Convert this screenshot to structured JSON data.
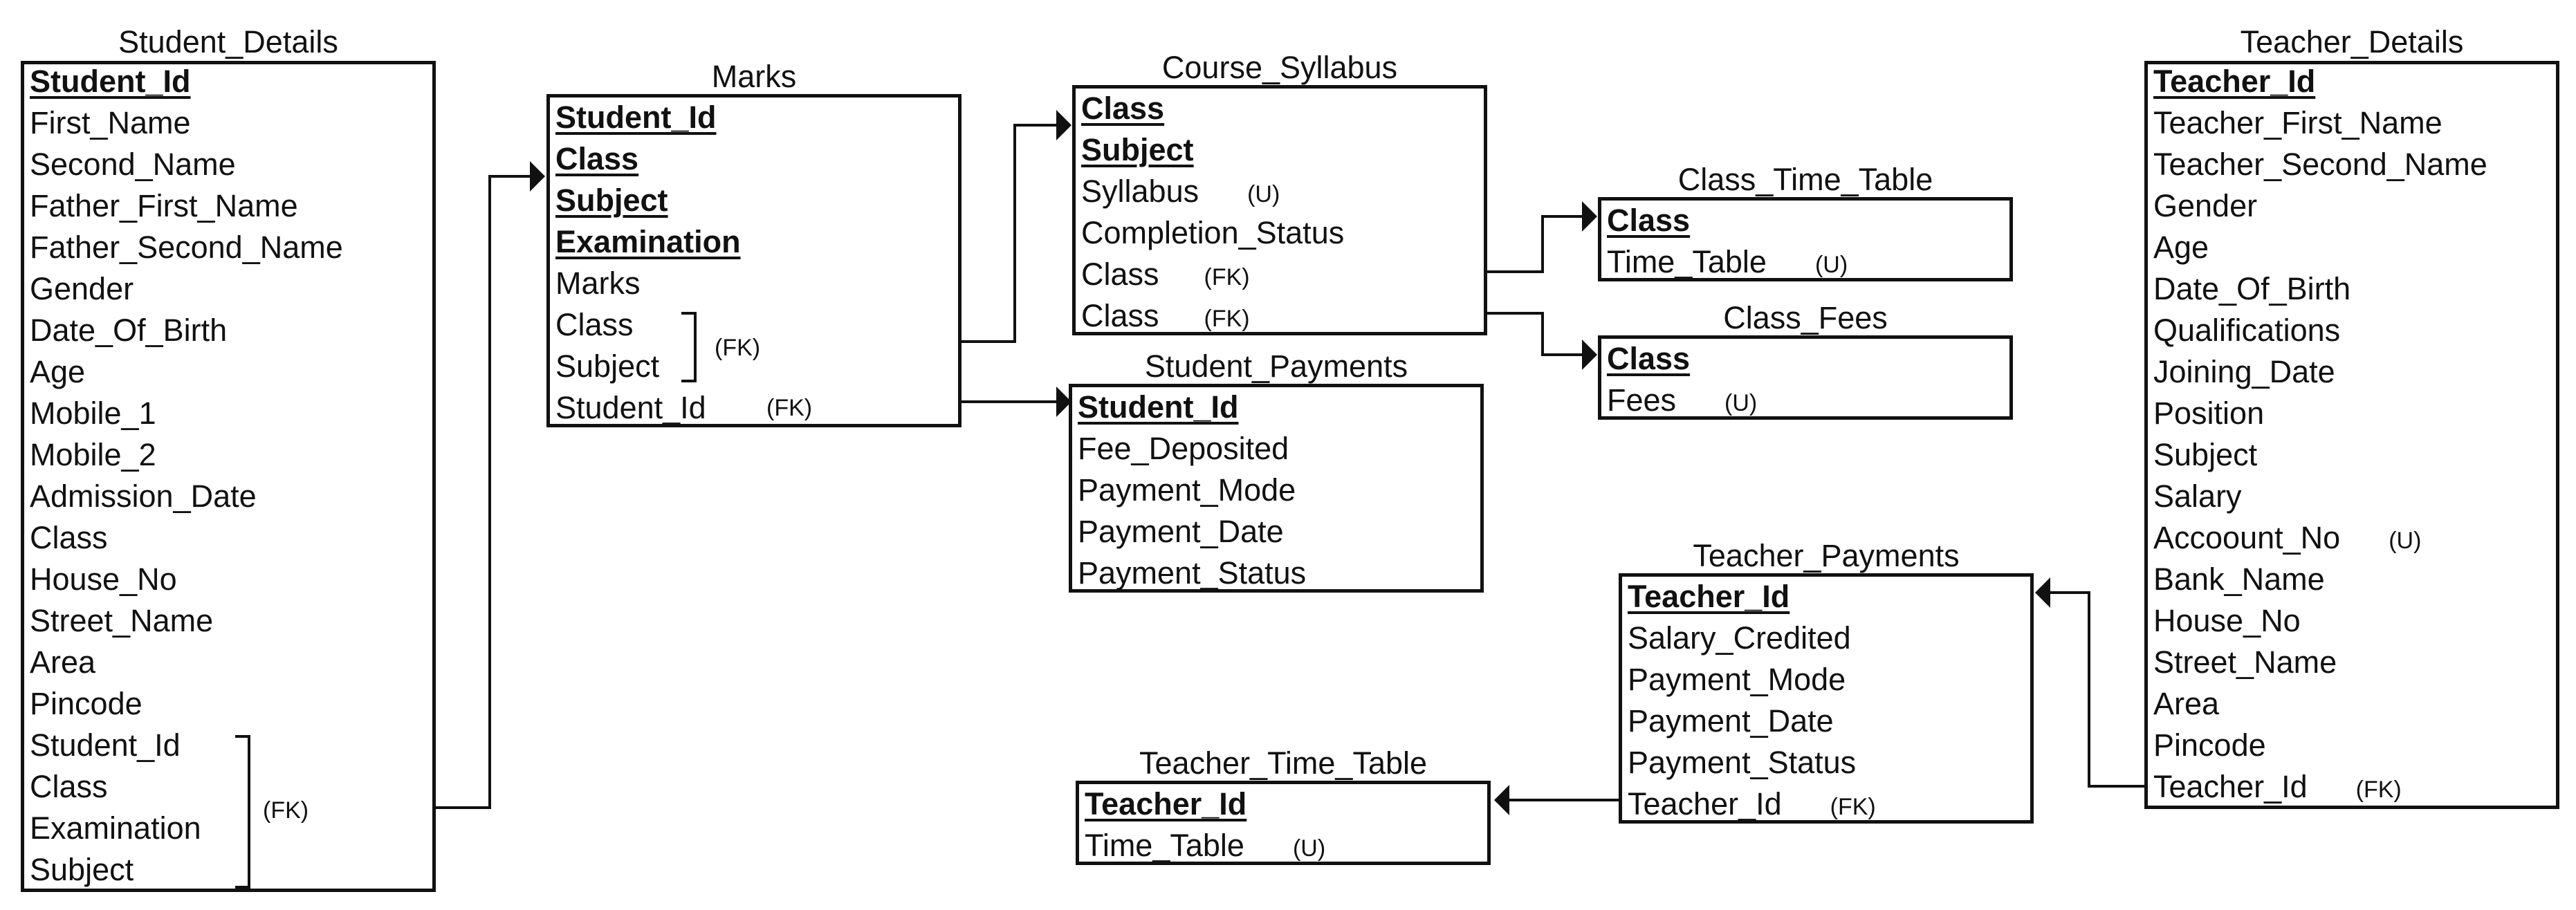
{
  "entities": {
    "student_details": {
      "title": "Student_Details",
      "attrs": [
        "Student_Id",
        "First_Name",
        "Second_Name",
        "Father_First_Name",
        "Father_Second_Name",
        "Gender",
        "Date_Of_Birth",
        "Age",
        "Mobile_1",
        "Mobile_2",
        "Admission_Date",
        "Class",
        "House_No",
        "Street_Name",
        "Area",
        "Pincode",
        "Student_Id",
        "Class",
        "Examination",
        "Subject"
      ],
      "fk_note": "(FK)"
    },
    "marks": {
      "title": "Marks",
      "attrs": [
        "Student_Id",
        "Class",
        "Subject",
        "Examination",
        "Marks",
        "Class",
        "Subject",
        "Student_Id"
      ],
      "fk_note_group": "(FK)",
      "fk_note_single": "(FK)"
    },
    "course_syllabus": {
      "title": "Course_Syllabus",
      "attrs": [
        "Class",
        "Subject",
        "Syllabus",
        "Completion_Status",
        "Class",
        "Class"
      ],
      "notes": [
        "",
        "",
        "(U)",
        "",
        "(FK)",
        "(FK)"
      ]
    },
    "class_time_table": {
      "title": "Class_Time_Table",
      "attrs": [
        "Class",
        "Time_Table"
      ],
      "notes": [
        "",
        "(U)"
      ]
    },
    "class_fees": {
      "title": "Class_Fees",
      "attrs": [
        "Class",
        "Fees"
      ],
      "notes": [
        "",
        "(U)"
      ]
    },
    "student_payments": {
      "title": "Student_Payments",
      "attrs": [
        "Student_Id",
        "Fee_Deposited",
        "Payment_Mode",
        "Payment_Date",
        "Payment_Status"
      ]
    },
    "teacher_payments": {
      "title": "Teacher_Payments",
      "attrs": [
        "Teacher_Id",
        "Salary_Credited",
        "Payment_Mode",
        "Payment_Date",
        "Payment_Status",
        "Teacher_Id"
      ],
      "notes": [
        "",
        "",
        "",
        "",
        "",
        "(FK)"
      ]
    },
    "teacher_time_table": {
      "title": "Teacher_Time_Table",
      "attrs": [
        "Teacher_Id",
        "Time_Table"
      ],
      "notes": [
        "",
        "(U)"
      ]
    },
    "teacher_details": {
      "title": "Teacher_Details",
      "attrs": [
        "Teacher_Id",
        "Teacher_First_Name",
        "Teacher_Second_Name",
        "Gender",
        "Age",
        "Date_Of_Birth",
        "Qualifications",
        "Joining_Date",
        "Position",
        "Subject",
        "Salary",
        "Accoount_No",
        "Bank_Name",
        "House_No",
        "Street_Name",
        "Area",
        "Pincode",
        "Teacher_Id"
      ],
      "notes": [
        "",
        "",
        "",
        "",
        "",
        "",
        "",
        "",
        "",
        "",
        "",
        "(U)",
        "",
        "",
        "",
        "",
        "",
        "(FK)"
      ]
    }
  },
  "colors": {
    "line": "#111111",
    "background": "#ffffff"
  }
}
